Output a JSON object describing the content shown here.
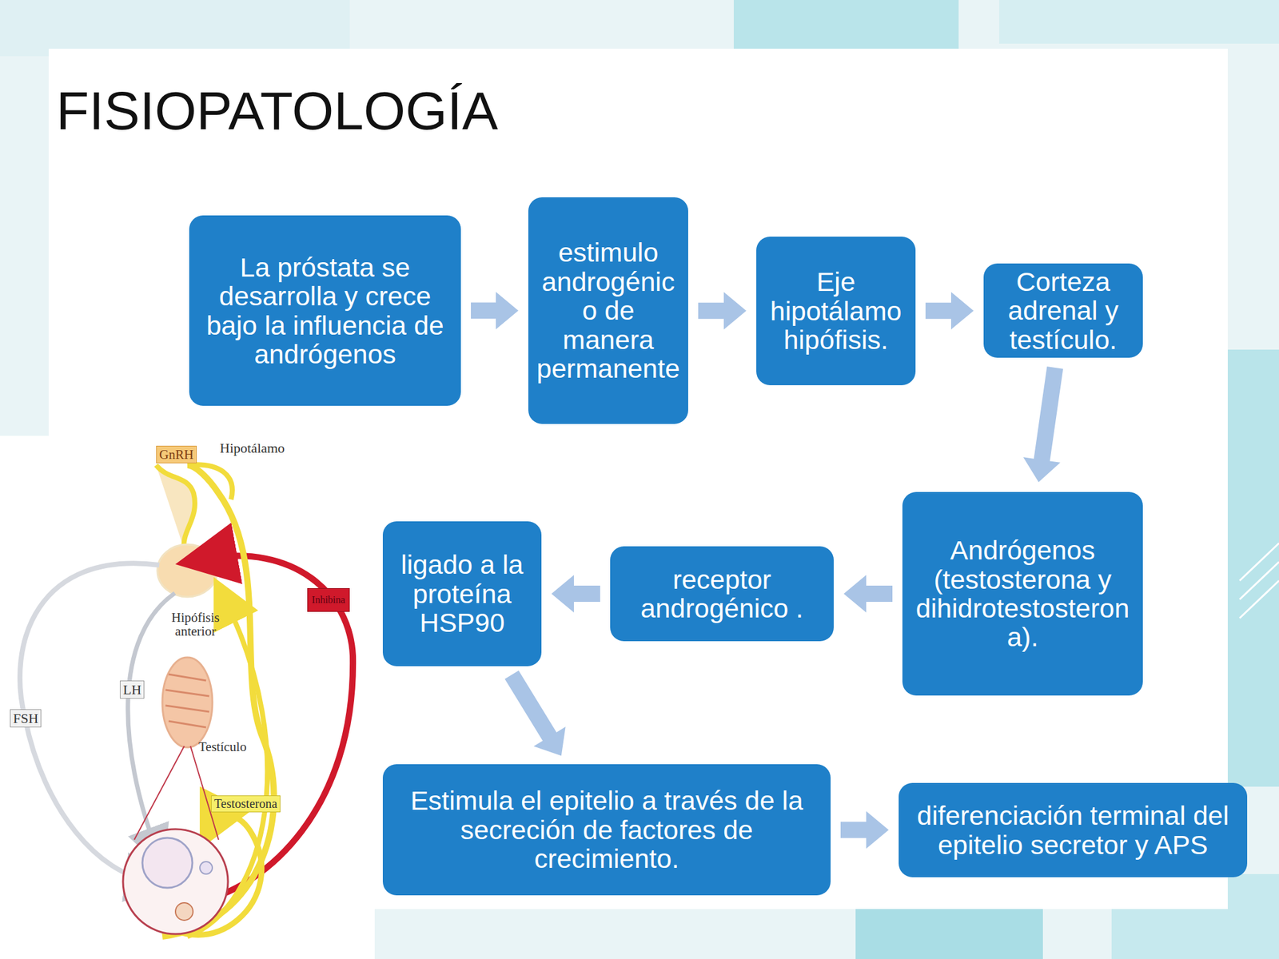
{
  "diagram": {
    "title": "FISIOPATOLOGÍA",
    "nodes": [
      {
        "text": [
          "La próstata se desarrolla y crece bajo la influencia de andrógenos"
        ]
      },
      {
        "text": [
          "estimulo androgénico de manera permanente"
        ]
      },
      {
        "text": [
          "Eje hipotálamo hipófisis."
        ]
      },
      {
        "text": [
          "Corteza adrenal y testículo."
        ]
      },
      {
        "text": [
          "Andrógenos (testosterona y dihidrotestosterona)."
        ]
      },
      {
        "text": [
          "receptor androgénico ."
        ]
      },
      {
        "text": [
          "ligado a la proteína HSP90"
        ]
      },
      {
        "text": [
          "Estimula el epitelio a través de la secreción de factores de crecimiento."
        ]
      },
      {
        "text": [
          "diferenciación terminal del epitelio secretor y APS"
        ]
      }
    ],
    "edges": [
      {
        "from": 0,
        "to": 1,
        "arrow": "to"
      },
      {
        "from": 1,
        "to": 2,
        "arrow": "to"
      },
      {
        "from": 2,
        "to": 3,
        "arrow": "to"
      },
      {
        "from": 3,
        "to": 4,
        "arrow": "to"
      },
      {
        "from": 4,
        "to": 5,
        "arrow": "to"
      },
      {
        "from": 5,
        "to": 6,
        "arrow": "to"
      },
      {
        "from": 6,
        "to": 7,
        "arrow": "to"
      },
      {
        "from": 7,
        "to": 8,
        "arrow": "to"
      }
    ],
    "labels": [
      "GnRH",
      "Hipotálamo",
      "Inhibina",
      "Hipófisis anterior",
      "LH",
      "FSH",
      "Testículo",
      "Testosterona"
    ]
  }
}
